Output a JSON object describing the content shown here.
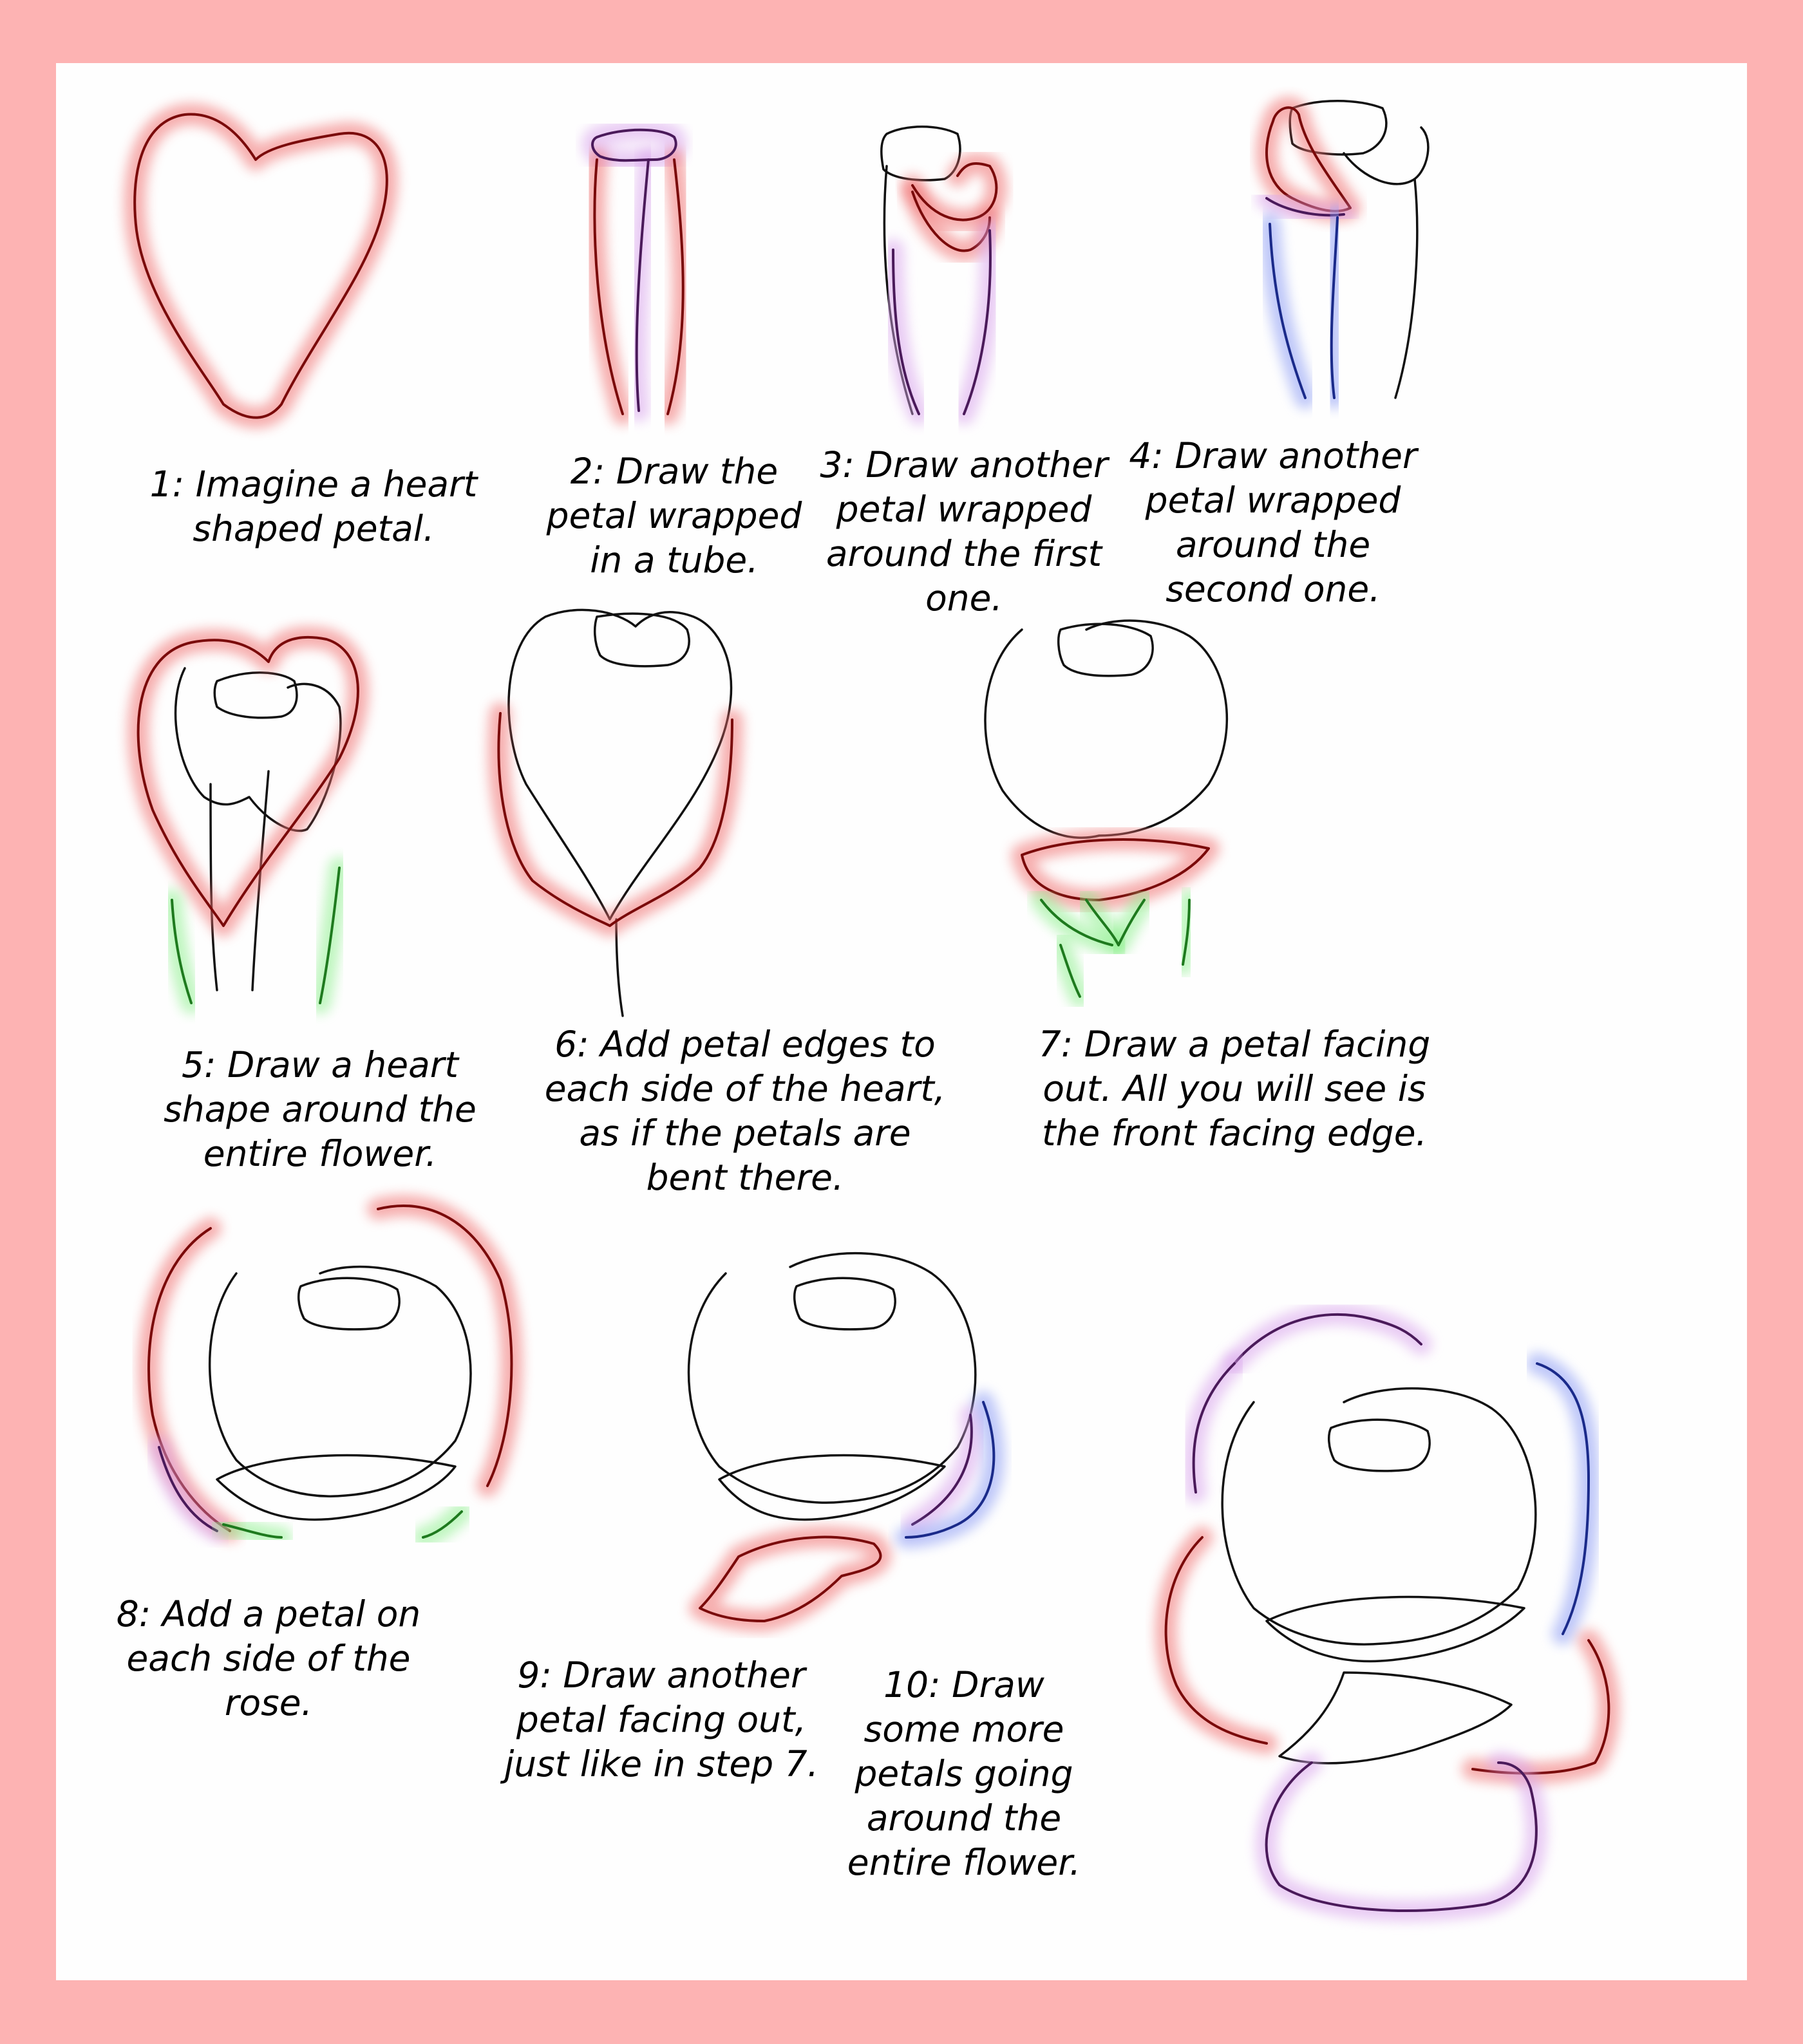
{
  "colors": {
    "frame_border": "#fdb3b3",
    "canvas_background": "#fefefe",
    "highlight_red": "#f07070",
    "ink_red": "#7a0a0a",
    "highlight_purple": "#d9a4ec",
    "ink_purple": "#4a1a5a",
    "highlight_blue": "#8c9cf4",
    "ink_blue": "#1a2a8a",
    "highlight_green": "#8ef08e",
    "ink_green": "#1e7a1e",
    "pencil": "#111111"
  },
  "steps": [
    {
      "number": 1,
      "caption": "1: Imagine a heart\nshaped petal.",
      "highlight_colors": [
        "red"
      ]
    },
    {
      "number": 2,
      "caption": "2: Draw the\npetal wrapped\nin a tube.",
      "highlight_colors": [
        "red",
        "purple"
      ]
    },
    {
      "number": 3,
      "caption": "3: Draw another\npetal wrapped\naround the first\none.",
      "highlight_colors": [
        "red",
        "purple"
      ]
    },
    {
      "number": 4,
      "caption": "4: Draw another\npetal wrapped\naround the\nsecond one.",
      "highlight_colors": [
        "red",
        "purple",
        "blue"
      ]
    },
    {
      "number": 5,
      "caption": "5: Draw a heart\nshape around the\nentire flower.",
      "highlight_colors": [
        "red",
        "green"
      ]
    },
    {
      "number": 6,
      "caption": "6: Add petal edges to\neach side of the heart,\nas if the petals are\nbent there.",
      "highlight_colors": [
        "red"
      ]
    },
    {
      "number": 7,
      "caption": "7: Draw a petal facing\nout.  All you will see is\nthe front facing edge.",
      "highlight_colors": [
        "red",
        "green"
      ]
    },
    {
      "number": 8,
      "caption": "8: Add a petal on\neach side of the\nrose.",
      "highlight_colors": [
        "red",
        "purple",
        "green"
      ]
    },
    {
      "number": 9,
      "caption": "9: Draw another\npetal facing out,\njust like in step 7.",
      "highlight_colors": [
        "red",
        "purple",
        "blue"
      ]
    },
    {
      "number": 10,
      "caption": "10: Draw\nsome more\npetals going\naround the\nentire flower.",
      "highlight_colors": [
        "red",
        "purple",
        "blue"
      ]
    }
  ]
}
